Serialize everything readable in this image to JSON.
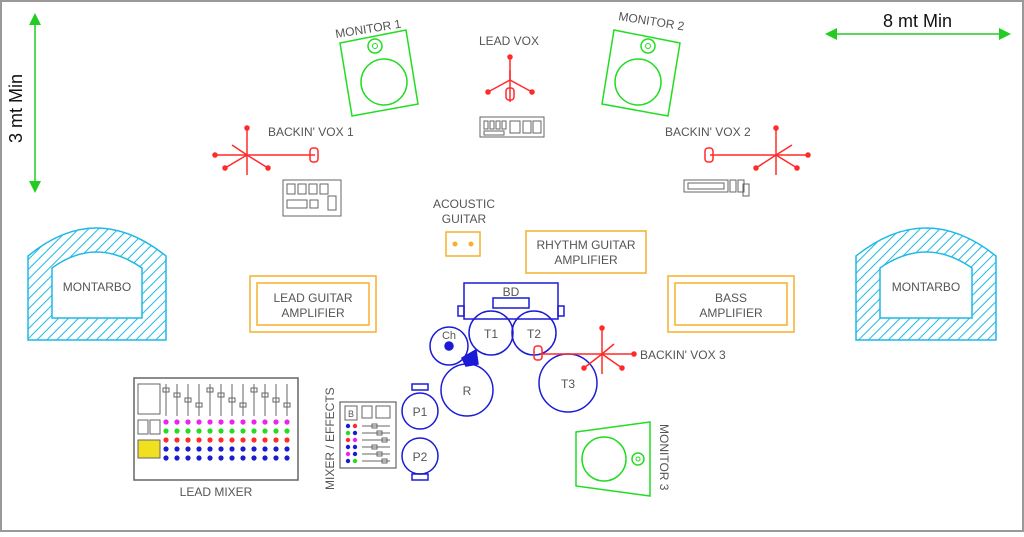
{
  "dimensions": {
    "width_label": "8 mt Min",
    "depth_label": "3 mt Min"
  },
  "monitors": [
    {
      "label": "MONITOR 1"
    },
    {
      "label": "MONITOR 2"
    },
    {
      "label": "MONITOR 3"
    }
  ],
  "vocals": {
    "lead": "LEAD VOX",
    "backing_1": "BACKIN' VOX 1",
    "backing_2": "BACKIN' VOX 2",
    "backing_3": "BACKIN' VOX 3"
  },
  "instruments": {
    "acoustic_line1": "ACOUSTIC",
    "acoustic_line2": "GUITAR",
    "rhythm_amp_line1": "RHYTHM GUITAR",
    "rhythm_amp_line2": "AMPLIFIER",
    "lead_amp_line1": "LEAD GUITAR",
    "lead_amp_line2": "AMPLIFIER",
    "bass_amp_line1": "BASS",
    "bass_amp_line2": "AMPLIFIER"
  },
  "pa": {
    "left": "MONTARBO",
    "right": "MONTARBO"
  },
  "drums": {
    "bass_drum": "BD",
    "tom1": "T1",
    "tom2": "T2",
    "tom3": "T3",
    "hihat": "Ch",
    "ride": "R",
    "pedal1": "P1",
    "pedal2": "P2"
  },
  "mixing": {
    "lead_mixer": "LEAD MIXER",
    "mixer_effects": "MIXER / EFFECTS",
    "effects_b": "B"
  },
  "colors": {
    "monitor": "#22dd22",
    "mic": "#ff2a2a",
    "amp": "#f5b12e",
    "pa": "#1eb9e6",
    "drums": "#1b1bd6",
    "gear": "#666666",
    "text": "#555555",
    "dimension": "#22cc22"
  }
}
